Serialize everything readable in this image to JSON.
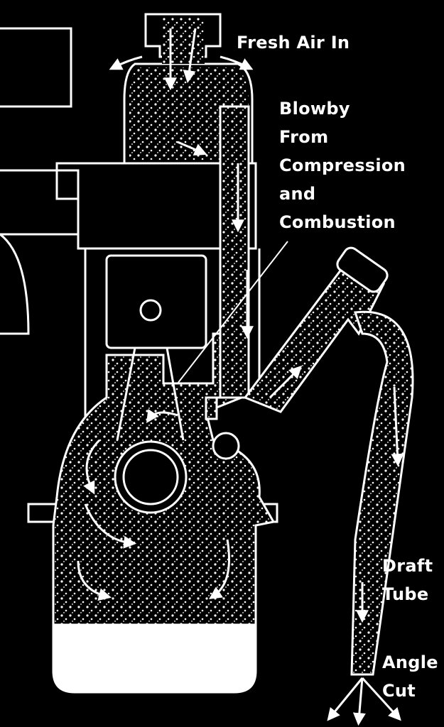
{
  "labels": {
    "fresh_air": "Fresh Air In",
    "blowby": [
      "Blowby",
      "From",
      "Compression",
      "and",
      "Combustion"
    ],
    "draft_tube": [
      "Draft",
      "Tube"
    ],
    "angle_cut": [
      "Angle",
      "Cut"
    ]
  },
  "colors": {
    "background": "#000000",
    "line": "#ffffff",
    "oil": "#ffffff"
  }
}
